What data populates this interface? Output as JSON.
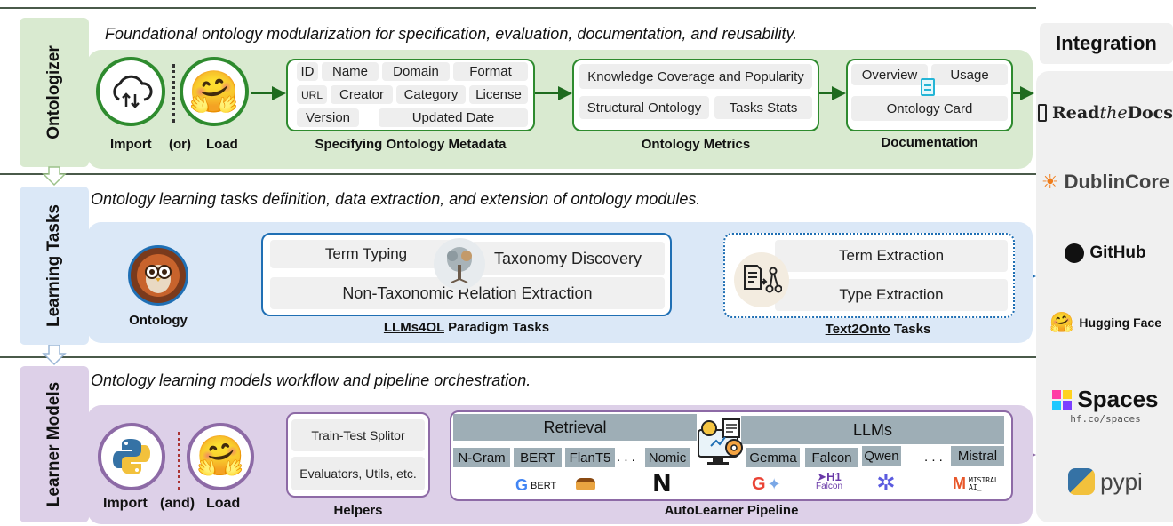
{
  "sections": {
    "ontologizer": {
      "label": "Ontologizer",
      "description": "Foundational ontology modularization for specification, evaluation, documentation, and reusability.",
      "import_label": "Import",
      "or_label": "(or)",
      "load_label": "Load",
      "metadata": {
        "fields": [
          "ID",
          "Name",
          "Domain",
          "Format",
          "URL",
          "Creator",
          "Category",
          "License",
          "Version",
          "Updated Date"
        ],
        "caption": "Specifying Ontology Metadata"
      },
      "metrics": {
        "items": [
          "Knowledge Coverage and Popularity",
          "Structural Ontology",
          "Tasks Stats"
        ],
        "caption": "Ontology Metrics"
      },
      "documentation": {
        "items": [
          "Overview",
          "Usage",
          "Ontology Card"
        ],
        "caption": "Documentation"
      }
    },
    "learning_tasks": {
      "label": "Learning Tasks",
      "description": "Ontology learning tasks definition, data extraction, and extension of ontology modules.",
      "ontology_label": "Ontology",
      "llms4ol": {
        "items": [
          "Term Typing",
          "Taxonomy Discovery",
          "Non-Taxonomic Relation Extraction"
        ],
        "caption_link": "LLMs4OL",
        "caption_rest": "Paradigm Tasks"
      },
      "text2onto": {
        "items": [
          "Term Extraction",
          "Type Extraction"
        ],
        "caption_link": "Text2Onto",
        "caption_rest": "Tasks"
      }
    },
    "learner_models": {
      "label": "Learner Models",
      "description": "Ontology learning models workflow and pipeline orchestration.",
      "import_label": "Import",
      "and_label": "(and)",
      "load_label": "Load",
      "helpers": {
        "items": [
          "Train-Test Splitor",
          "Evaluators, Utils, etc."
        ],
        "caption": "Helpers"
      },
      "pipeline": {
        "retrieval_title": "Retrieval",
        "retrieval_models": [
          "N-Gram",
          "BERT",
          "FlanT5",
          "Nomic"
        ],
        "llms_title": "LLMs",
        "llm_models": [
          "Gemma",
          "Falcon",
          "Qwen",
          "Mistral"
        ],
        "ellipsis": ". . .",
        "logo_bert": "BERT",
        "logo_falcon": "Falcon",
        "logo_mistral_1": "MISTRAL",
        "logo_mistral_2": "AI_",
        "caption": "AutoLearner Pipeline"
      }
    }
  },
  "integration": {
    "title": "Integration",
    "readthedocs_1": "Read",
    "readthedocs_2": "the",
    "readthedocs_3": "Docs",
    "dublincore": "DublinCore",
    "github": "GitHub",
    "huggingface": "Hugging Face",
    "spaces": "Spaces",
    "spaces_url": "hf.co/spaces",
    "pypi": "pypi"
  },
  "colors": {
    "green_panel": "#d9ead0",
    "green_border": "#2e8b2e",
    "blue_panel": "#dbe8f7",
    "blue_border": "#1f6fb4",
    "purple_panel": "#ddd0e8",
    "purple_border": "#8d6aa6",
    "integration_bg": "#f0f0f0"
  }
}
